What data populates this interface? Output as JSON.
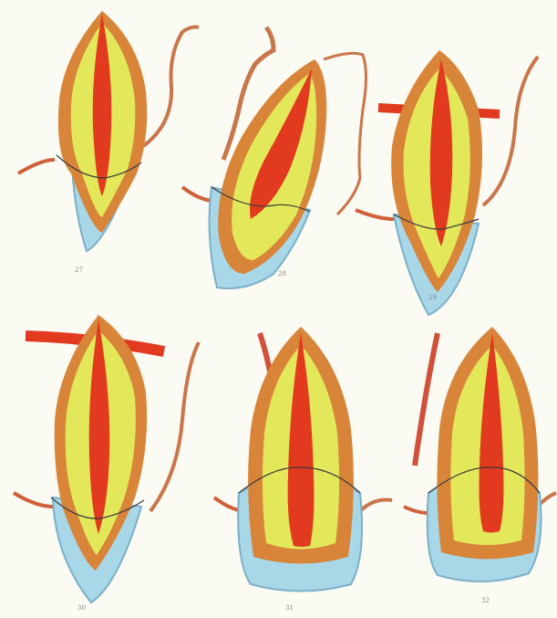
{
  "plate": {
    "figure_numbers": [
      "27",
      "28",
      "29",
      "30",
      "31",
      "32"
    ]
  },
  "colors": {
    "paper": "#fbfaf3",
    "outer_band": "#d8853a",
    "inner_band": "#e3e85a",
    "core": "#e23a1f",
    "cap": "#a8d8e8",
    "line": "#3a3a3a",
    "fiber": "#d0503a"
  },
  "figures": [
    {
      "id": "fig-27",
      "kind": "tooth-section",
      "cap": "pointed"
    },
    {
      "id": "fig-28",
      "kind": "tooth-section",
      "cap": "pointed-tilted"
    },
    {
      "id": "fig-29",
      "kind": "tooth-section",
      "cap": "pointed"
    },
    {
      "id": "fig-30",
      "kind": "tooth-section",
      "cap": "pointed"
    },
    {
      "id": "fig-31",
      "kind": "tooth-section",
      "cap": "rounded"
    },
    {
      "id": "fig-32",
      "kind": "tooth-section",
      "cap": "rounded"
    }
  ]
}
